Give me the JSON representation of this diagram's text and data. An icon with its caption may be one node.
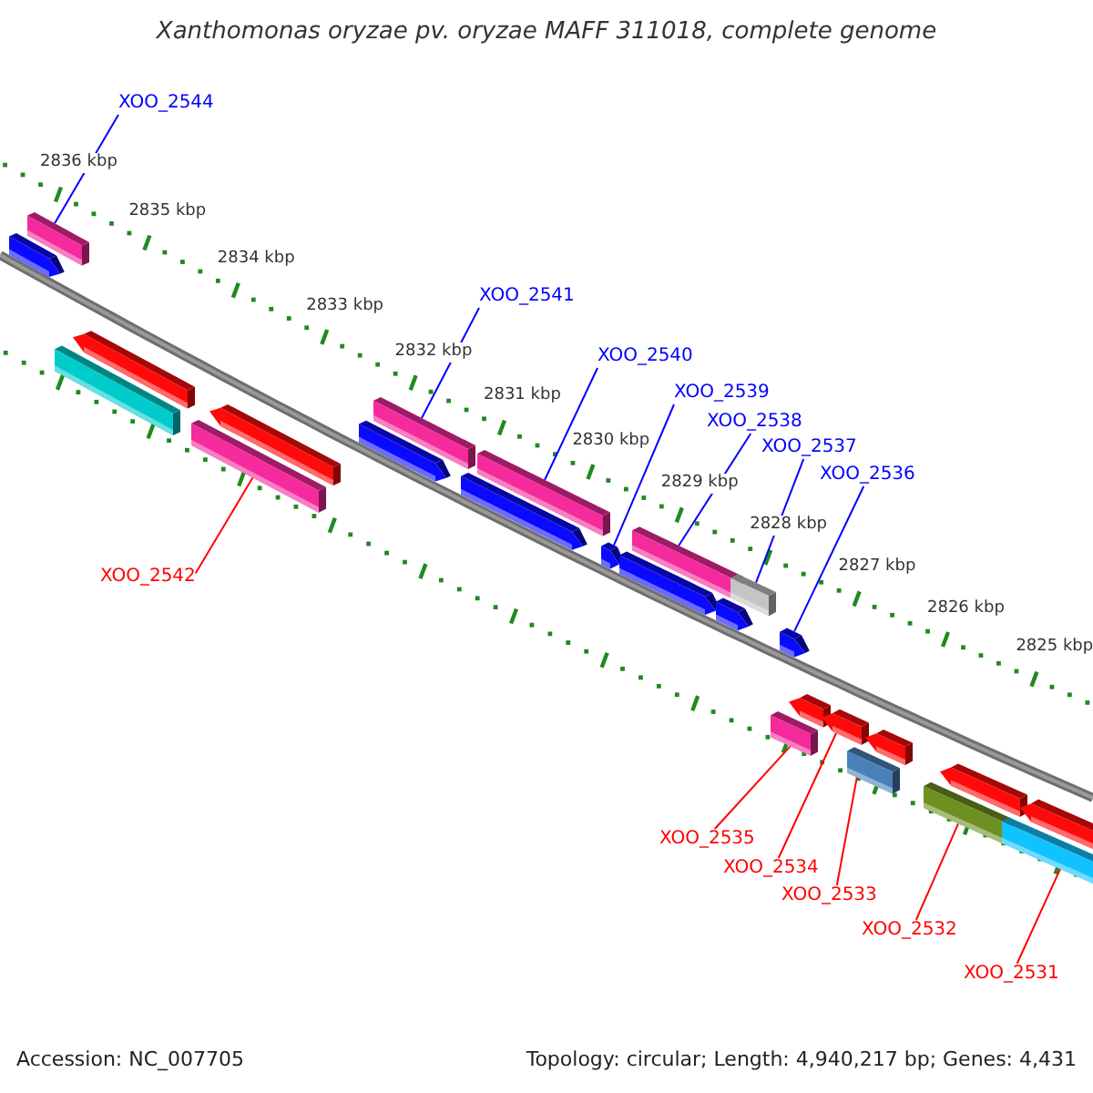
{
  "diagram": {
    "title": "Xanthomonas oryzae pv. oryzae MAFF 311018, complete genome",
    "nodes": [
      {
        "text": [
          "XOO_2544"
        ]
      },
      {
        "text": [
          "XOO_2541"
        ]
      },
      {
        "text": [
          "XOO_2540"
        ]
      },
      {
        "text": [
          "XOO_2539"
        ]
      },
      {
        "text": [
          "XOO_2538"
        ]
      },
      {
        "text": [
          "XOO_2537"
        ]
      },
      {
        "text": [
          "XOO_2536"
        ]
      },
      {
        "text": [
          "XOO_2542"
        ]
      },
      {
        "text": [
          "XOO_2535"
        ]
      },
      {
        "text": [
          "XOO_2534"
        ]
      },
      {
        "text": [
          "XOO_2533"
        ]
      },
      {
        "text": [
          "XOO_2532"
        ]
      },
      {
        "text": [
          "XOO_2531"
        ]
      },
      {
        "text": [],
        "shape": "bar"
      },
      {
        "text": [],
        "shape": "bar"
      },
      {
        "text": [],
        "shape": "bar"
      },
      {
        "text": [],
        "shape": "bar"
      },
      {
        "text": [],
        "shape": "bar"
      },
      {
        "text": [],
        "shape": "bar"
      },
      {
        "text": [],
        "shape": "bar"
      },
      {
        "text": [],
        "shape": "bar"
      },
      {
        "text": [],
        "shape": "bar"
      },
      {
        "text": [],
        "shape": "bar"
      },
      {
        "text": [],
        "shape": "bar"
      },
      {
        "text": [],
        "shape": "bar"
      },
      {
        "text": [],
        "shape": "bar"
      }
    ],
    "edges": [
      {
        "from": 0,
        "to": 13,
        "arrow": "none"
      },
      {
        "from": 1,
        "to": 14,
        "arrow": "none"
      },
      {
        "from": 2,
        "to": 15,
        "arrow": "none"
      },
      {
        "from": 3,
        "to": 16,
        "arrow": "none"
      },
      {
        "from": 4,
        "to": 17,
        "arrow": "none"
      },
      {
        "from": 5,
        "to": 18,
        "arrow": "none"
      },
      {
        "from": 6,
        "to": 19,
        "arrow": "none"
      },
      {
        "from": 7,
        "to": 20,
        "arrow": "none",
        "color": "#ff0000"
      },
      {
        "from": 8,
        "to": 21,
        "arrow": "none",
        "color": "#ff0000"
      },
      {
        "from": 9,
        "to": 22,
        "arrow": "none",
        "color": "#ff0000"
      },
      {
        "from": 10,
        "to": 23,
        "arrow": "none",
        "color": "#ff0000"
      },
      {
        "from": 11,
        "to": 24,
        "arrow": "none",
        "color": "#ff0000"
      },
      {
        "from": 12,
        "to": 25,
        "arrow": "none",
        "color": "#ff0000"
      }
    ],
    "labels": [
      "2836 kbp",
      "2835 kbp",
      "2834 kbp",
      "2833 kbp",
      "2832 kbp",
      "2831 kbp",
      "2830 kbp",
      "2829 kbp",
      "2828 kbp",
      "2827 kbp",
      "2826 kbp",
      "2825 kbp",
      "Accession: NC_007705",
      "Topology: circular; Length: 4,940,217 bp; Genes: 4,431"
    ]
  }
}
